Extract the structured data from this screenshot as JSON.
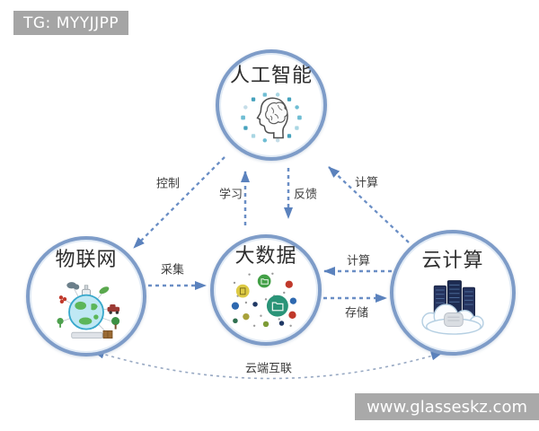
{
  "watermarks": {
    "top": {
      "text": "TG: MYYJJPP"
    },
    "bottom": {
      "text": "www.glasseskz.com"
    }
  },
  "nodes": {
    "ai": {
      "label": "人工智能",
      "icon": "ai-brain-icon"
    },
    "iot": {
      "label": "物联网",
      "icon": "iot-globe-devices-icon"
    },
    "bigdata": {
      "label": "大数据",
      "icon": "bigdata-scatter-dots-icon"
    },
    "cloud": {
      "label": "云计算",
      "icon": "cloud-servers-icon"
    }
  },
  "edges": {
    "control": {
      "from": "ai",
      "to": "iot",
      "label": "控制"
    },
    "learn": {
      "from": "bigdata",
      "to": "ai",
      "label": "学习"
    },
    "feedback": {
      "from": "ai",
      "to": "bigdata",
      "label": "反馈"
    },
    "compute_for_ai": {
      "from": "cloud",
      "to": "ai",
      "label": "计算"
    },
    "collect": {
      "from": "iot",
      "to": "bigdata",
      "label": "采集"
    },
    "compute_for_bigdata": {
      "from": "cloud",
      "to": "bigdata",
      "label": "计算"
    },
    "store": {
      "from": "bigdata",
      "to": "cloud",
      "label": "存储"
    },
    "interconnect": {
      "from": "iot",
      "to": "cloud",
      "label": "云端互联",
      "bidirectional": true
    }
  },
  "colors": {
    "circle_border": "#7e9cc8",
    "arrow": "#6a8ec5",
    "arrowhead": "#5b82bd",
    "arc": "#98a9c3",
    "edge_label_text": "#3b3b3b",
    "node_label_text": "#2d2d2d",
    "watermark_bg": "#a6a6a6",
    "watermark_text": "#ffffff",
    "background": "#ffffff"
  }
}
